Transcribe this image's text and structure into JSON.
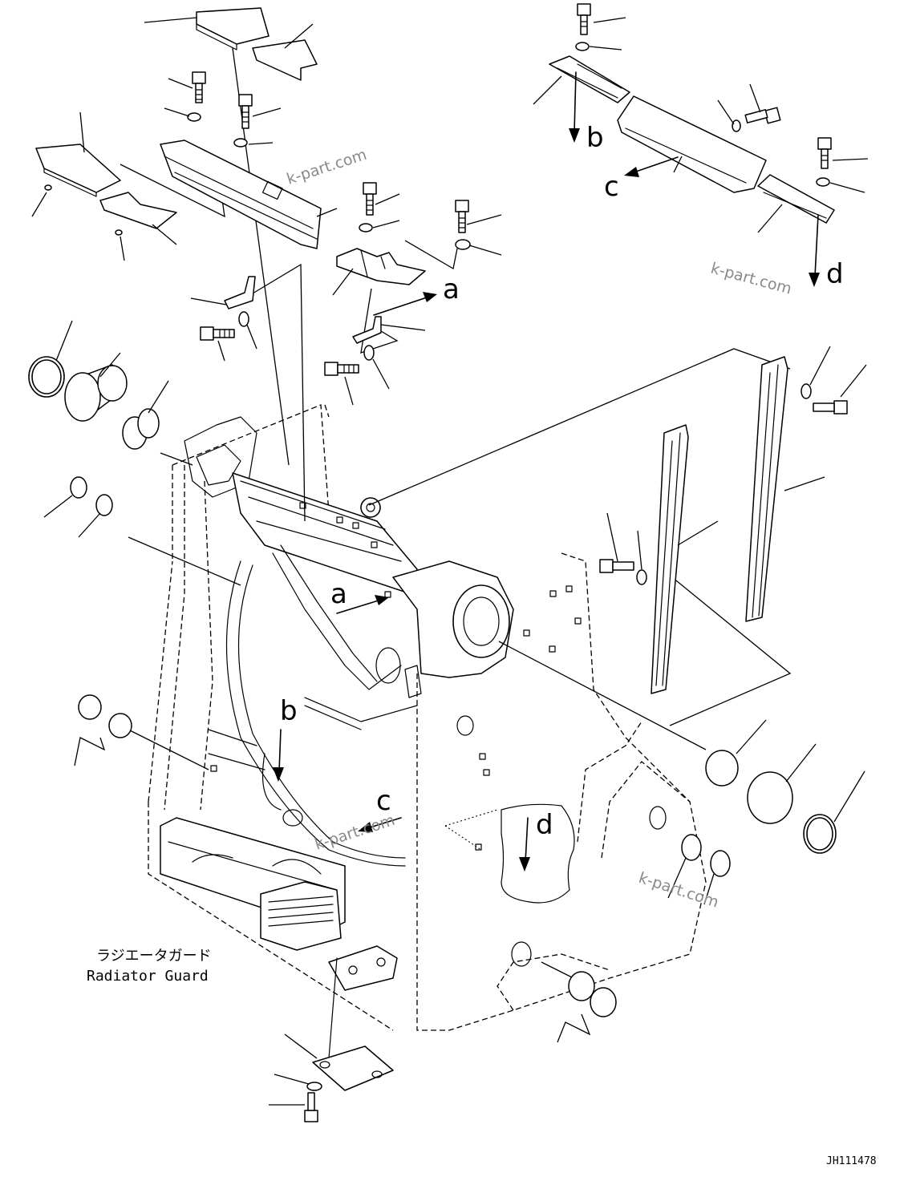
{
  "callout_letters": {
    "a_top": "a",
    "a_frame": "a",
    "b_top": "b",
    "b_frame": "b",
    "c_top": "c",
    "c_frame": "c",
    "d_top": "d",
    "d_frame": "d"
  },
  "caption": {
    "japanese": "ラジエータガード",
    "english": "Radiator Guard"
  },
  "watermark": {
    "text": "k-part.com"
  },
  "drawing_code": "JH111478",
  "colors": {
    "line": "#000000",
    "background": "#ffffff",
    "watermark": "#8a8a8a"
  }
}
